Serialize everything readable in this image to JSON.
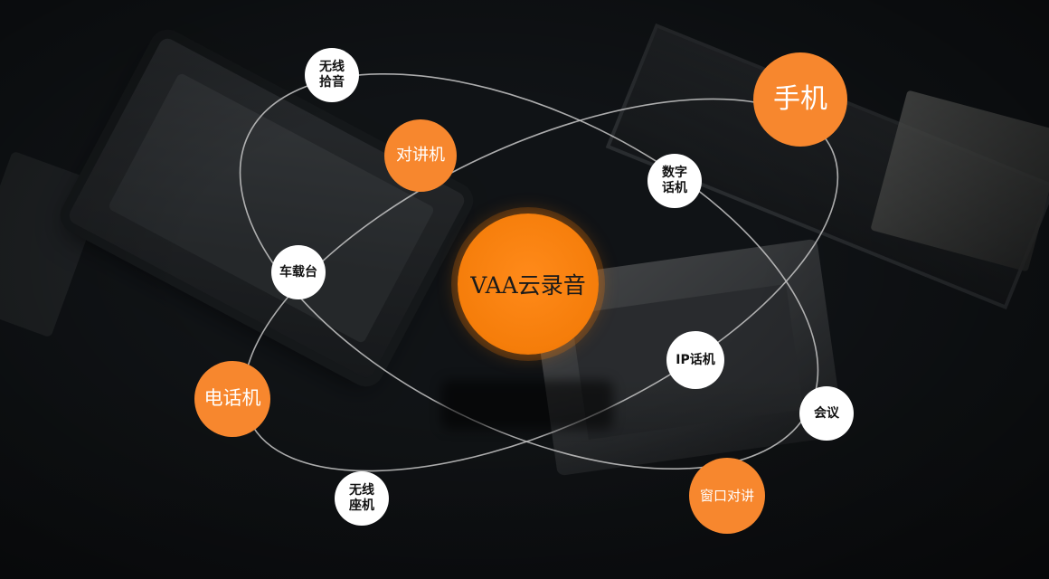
{
  "center": {
    "label": "VAA云录音"
  },
  "nodes": {
    "wireless_pickup": "无线\n拾音",
    "walkie_talkie": "对讲机",
    "mobile_phone": "手机",
    "digital_phone": "数字\n话机",
    "car_radio": "车载台",
    "telephone": "电话机",
    "ip_phone": "IP话机",
    "meeting": "会议",
    "wireless_deskphone": "无线\n座机",
    "window_intercom": "窗口对讲"
  },
  "colors": {
    "accent_orange": "#f7872e",
    "center_orange": "#f57d0a",
    "orbit_line": "#c8c8c8",
    "node_white": "#ffffff"
  }
}
